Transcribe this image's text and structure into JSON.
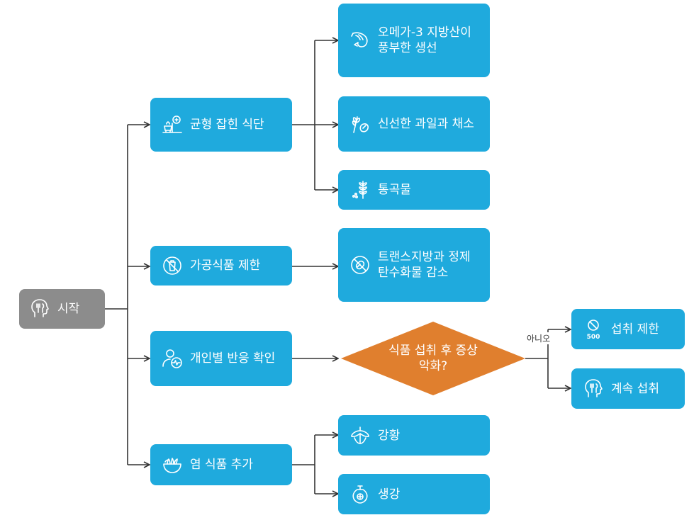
{
  "colors": {
    "node_fill": "#1faadd",
    "start_fill": "#8c8c8c",
    "decision_fill": "#e07f2e",
    "edge": "#333333",
    "text": "#ffffff"
  },
  "nodes": {
    "start": {
      "label": "시작",
      "icon": "head-utensils-icon"
    },
    "balanced_diet": {
      "label": "균형 잡힌 식단",
      "icon": "balance-food-icon"
    },
    "omega3": {
      "label": "오메가-3 지방산이 풍부한 생선",
      "icon": "shrimp-icon"
    },
    "fruits_veggies": {
      "label": "신선한 과일과 채소",
      "icon": "vegetable-icon"
    },
    "whole_grains": {
      "label": "통곡물",
      "icon": "wheat-icon"
    },
    "limit_processed": {
      "label": "가공식품 제한",
      "icon": "no-processed-food-icon"
    },
    "reduce_trans": {
      "label": "트랜스지방과 정제 탄수화물 감소",
      "icon": "no-candy-icon"
    },
    "individual_response": {
      "label": "개인별 반응 확인",
      "icon": "person-health-icon"
    },
    "decision": {
      "label": "식품 섭취 후 증상 악화?"
    },
    "limit_intake": {
      "label": "섭취 제한",
      "icon": "no-500-icon"
    },
    "continue_intake": {
      "label": "계속 섭취",
      "icon": "head-utensils-icon"
    },
    "anti_inflammatory": {
      "label": "염 식품 추가",
      "icon": "bowl-icon"
    },
    "turmeric": {
      "label": "강황",
      "icon": "turmeric-icon"
    },
    "ginger": {
      "label": "생강",
      "icon": "ginger-icon"
    }
  },
  "edge_labels": {
    "no": "아니오"
  }
}
